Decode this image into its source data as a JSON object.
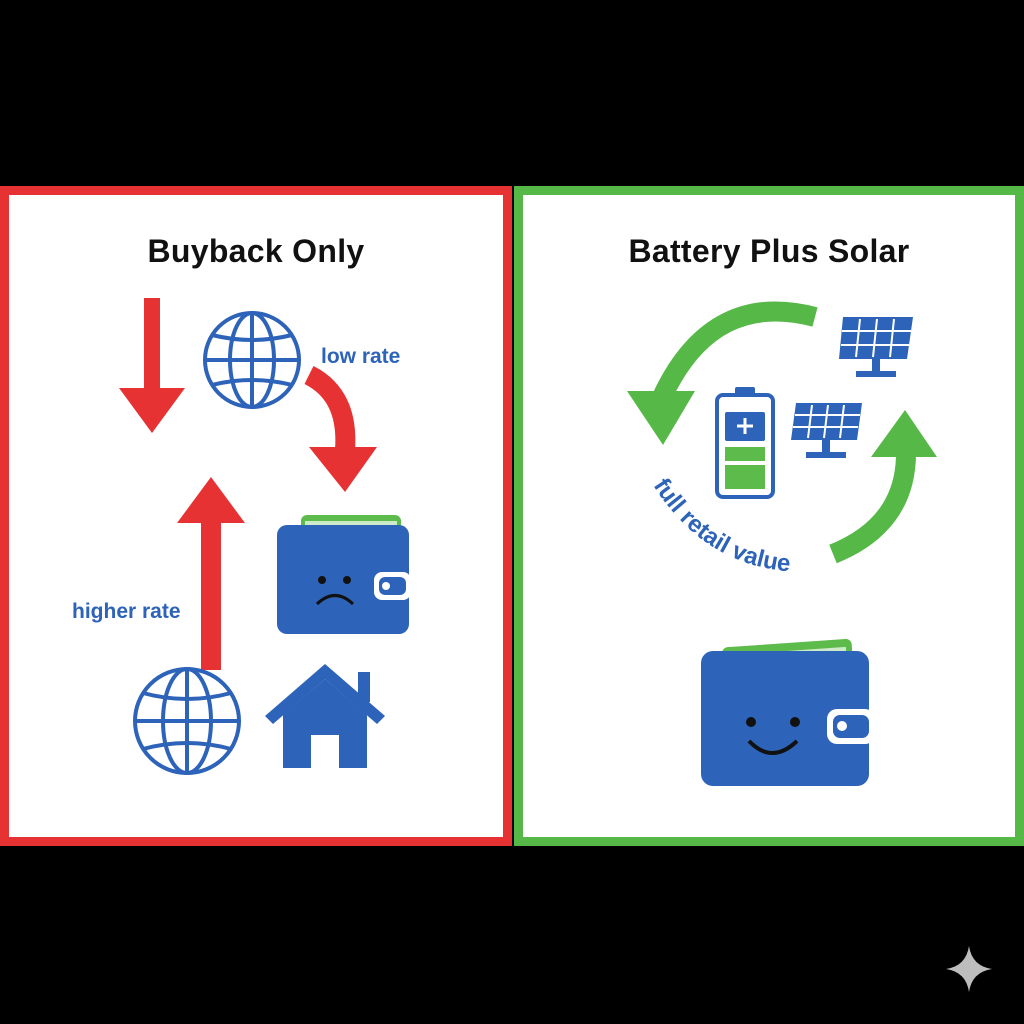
{
  "left_panel": {
    "title": "Buyback Only",
    "low_rate_label": "low rate",
    "higher_rate_label": "higher rate",
    "border_color": "#e63232",
    "arrow_color": "#e63232",
    "icons": [
      "globe-icon",
      "sad-wallet-icon",
      "globe-icon",
      "house-icon"
    ]
  },
  "right_panel": {
    "title": "Battery Plus Solar",
    "cycle_label": "full retail value",
    "border_color": "#56b947",
    "arrow_color": "#56b947",
    "icons": [
      "solar-panel-icon",
      "battery-icon",
      "solar-panel-icon",
      "happy-wallet-icon"
    ]
  },
  "colors": {
    "icon_blue": "#2d63b8",
    "cash_green": "#5cbb4a"
  }
}
